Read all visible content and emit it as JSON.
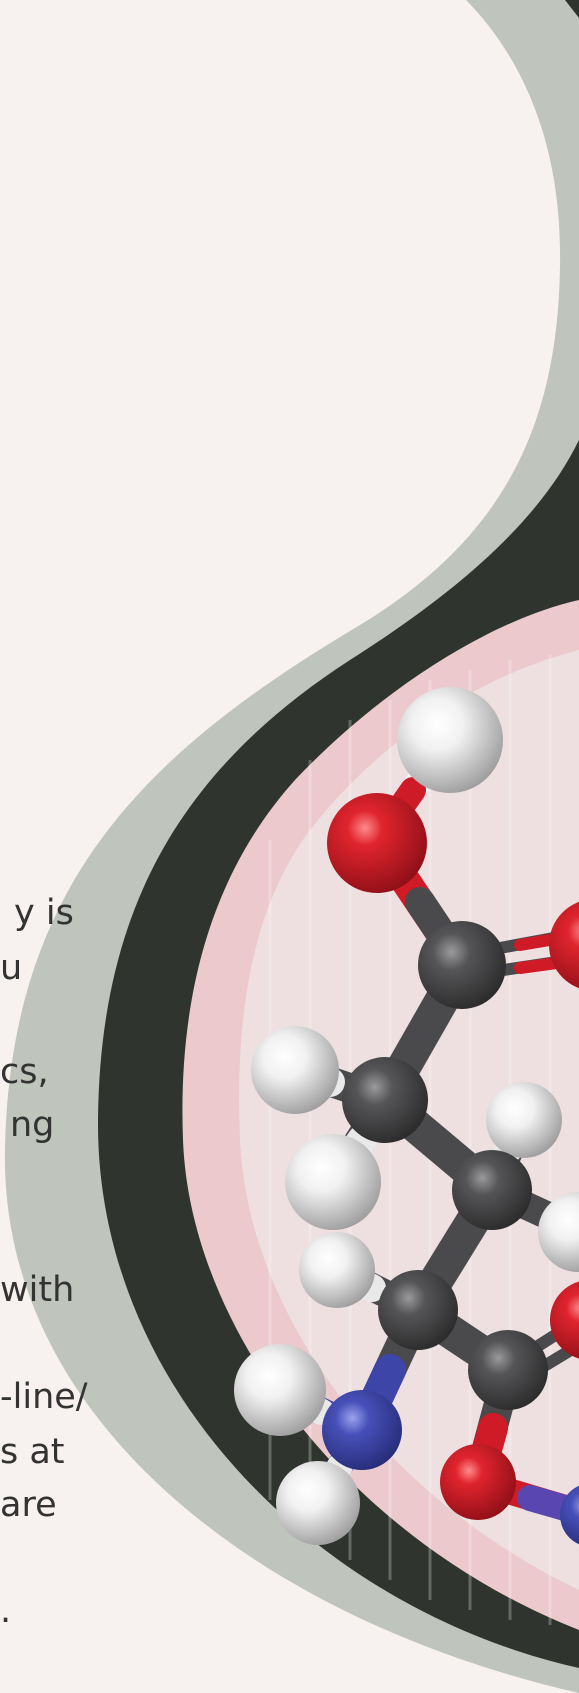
{
  "text_fragments": [
    "y is",
    "u",
    "cs,",
    "ng",
    "with",
    "-line/",
    "s at",
    "are",
    "."
  ],
  "molecule": {
    "atoms": [
      {
        "element": "H",
        "color": "#eeeeee"
      },
      {
        "element": "O",
        "color": "#c7162a"
      },
      {
        "element": "C",
        "color": "#4a4a4c"
      },
      {
        "element": "O",
        "color": "#c7162a"
      },
      {
        "element": "H",
        "color": "#eeeeee"
      },
      {
        "element": "H",
        "color": "#eeeeee"
      },
      {
        "element": "C",
        "color": "#4a4a4c"
      },
      {
        "element": "H",
        "color": "#eeeeee"
      },
      {
        "element": "C",
        "color": "#4a4a4c"
      },
      {
        "element": "H",
        "color": "#eeeeee"
      },
      {
        "element": "H",
        "color": "#eeeeee"
      },
      {
        "element": "C",
        "color": "#4a4a4c"
      },
      {
        "element": "C",
        "color": "#4a4a4c"
      },
      {
        "element": "O",
        "color": "#c7162a"
      },
      {
        "element": "H",
        "color": "#eeeeee"
      },
      {
        "element": "N",
        "color": "#3d46a8"
      },
      {
        "element": "H",
        "color": "#eeeeee"
      },
      {
        "element": "O",
        "color": "#c7162a"
      },
      {
        "element": "N",
        "color": "#3d46a8"
      }
    ]
  },
  "colors": {
    "page_background": "#f7f2ef",
    "outer_band": "#bfc4bd",
    "dark_band": "#2f342f",
    "pink_ring": "#ecc9cd",
    "inner_background": "#eedfe0",
    "text": "#333333"
  }
}
